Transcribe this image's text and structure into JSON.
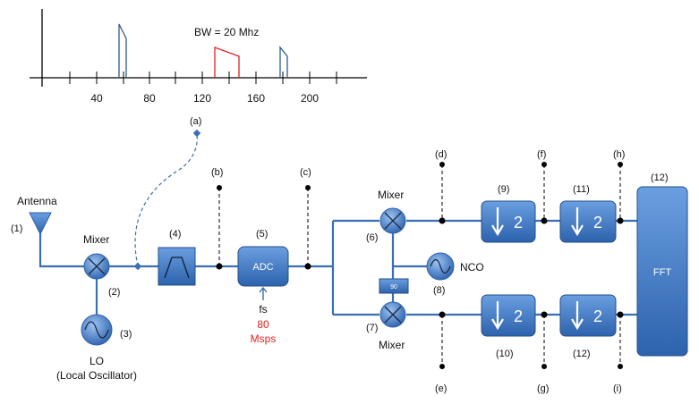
{
  "spectrum": {
    "bw_label": "BW = 20 Mhz",
    "ticks": [
      "40",
      "80",
      "120",
      "160",
      "200"
    ]
  },
  "labels": {
    "a": "(a)",
    "b": "(b)",
    "c": "(c)",
    "d": "(d)",
    "e": "(e)",
    "f": "(f)",
    "g": "(g)",
    "h": "(h)",
    "i": "(i)",
    "n1": "(1)",
    "n2": "(2)",
    "n3": "(3)",
    "n4": "(4)",
    "n5": "(5)",
    "n6": "(6)",
    "n7": "(7)",
    "n8": "(8)",
    "n9": "(9)",
    "n10": "(10)",
    "n11": "(11)",
    "n12_top": "(12)",
    "n12_right": "(12)"
  },
  "blocks": {
    "antenna": "Antenna",
    "mixer1": "Mixer",
    "mixer_top": "Mixer",
    "mixer_bottom": "Mixer",
    "lo_line1": "LO",
    "lo_line2": "(Local Oscillator)",
    "adc": "ADC",
    "fs": "fs",
    "rate_value": "80",
    "rate_unit": "Msps",
    "nco": "NCO",
    "phase": "90",
    "fft": "FFT",
    "decim_factor": "2"
  },
  "colors": {
    "signal_blue": "#2f5c8f",
    "box_blue": "#3b74c0",
    "red": "#e02020"
  }
}
